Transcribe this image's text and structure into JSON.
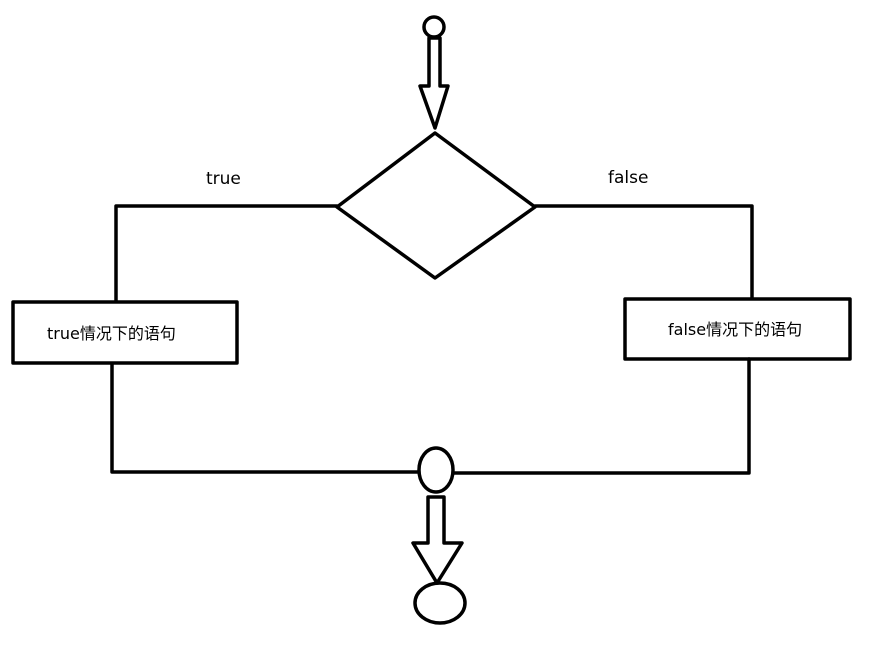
{
  "labels": {
    "true_branch": "true",
    "false_branch": "false",
    "true_box": "true情况下的语句",
    "false_box": "false情况下的语句"
  },
  "colors": {
    "stroke": "#000000",
    "background": "#ffffff"
  }
}
